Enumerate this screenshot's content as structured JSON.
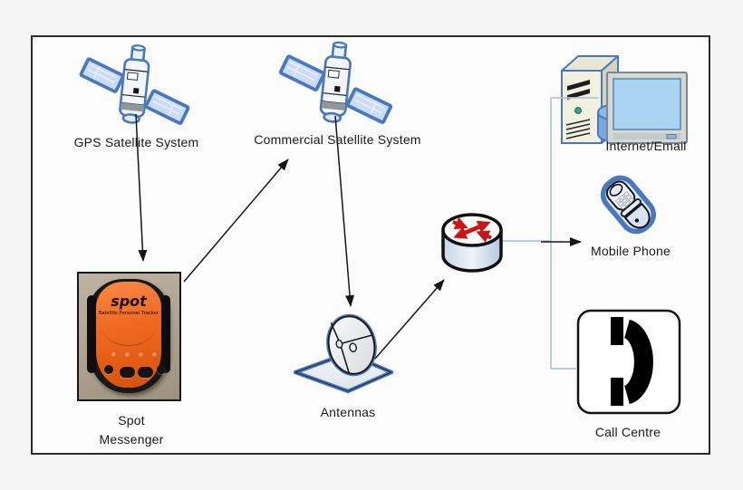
{
  "diagram": {
    "type": "network-flow-diagram",
    "nodes": {
      "gps_satellite": {
        "label": "GPS Satellite System",
        "icon": "satellite-icon"
      },
      "commercial_satellite": {
        "label": "Commercial Satellite System",
        "icon": "satellite-icon"
      },
      "spot_messenger": {
        "label_line1": "Spot",
        "label_line2": "Messenger",
        "icon": "spot-device-photo",
        "device_brand": "spot",
        "device_subtext": "Satellite Personal Tracker"
      },
      "antennas": {
        "label": "Antennas",
        "icon": "satellite-dish-icon"
      },
      "router": {
        "icon": "router-icon"
      },
      "internet_email": {
        "label": "Internet/Email",
        "icon": "desktop-computer-icon"
      },
      "mobile_phone": {
        "label": "Mobile Phone",
        "icon": "flip-phone-icon"
      },
      "call_centre": {
        "label": "Call Centre",
        "icon": "telephone-handset-icon"
      }
    },
    "connections": [
      {
        "from": "GPS Satellite System",
        "to": "Spot Messenger",
        "style": "black-arrow"
      },
      {
        "from": "Spot Messenger",
        "to": "Commercial Satellite System",
        "style": "black-arrow"
      },
      {
        "from": "Commercial Satellite System",
        "to": "Antennas",
        "style": "black-arrow"
      },
      {
        "from": "Antennas",
        "to": "Router",
        "style": "black-arrow"
      },
      {
        "from": "Router",
        "to": "Mobile Phone",
        "style": "black-arrow"
      },
      {
        "from": "Router",
        "to": "Internet/Email",
        "style": "blue-line"
      },
      {
        "from": "Router",
        "to": "Call Centre",
        "style": "blue-line"
      }
    ],
    "colors": {
      "clipart_blue_outline": "#4878be",
      "panel_blue_fill": "#ccdcf4",
      "connector_line_blue": "#aec6e8",
      "arrow_black": "#161616",
      "router_red": "#c81616",
      "monitor_screen_blue": "#aad4f2",
      "spot_orange": "#ed6420",
      "border_black": "#2b2b2b",
      "background": "#f5f5f5"
    }
  }
}
